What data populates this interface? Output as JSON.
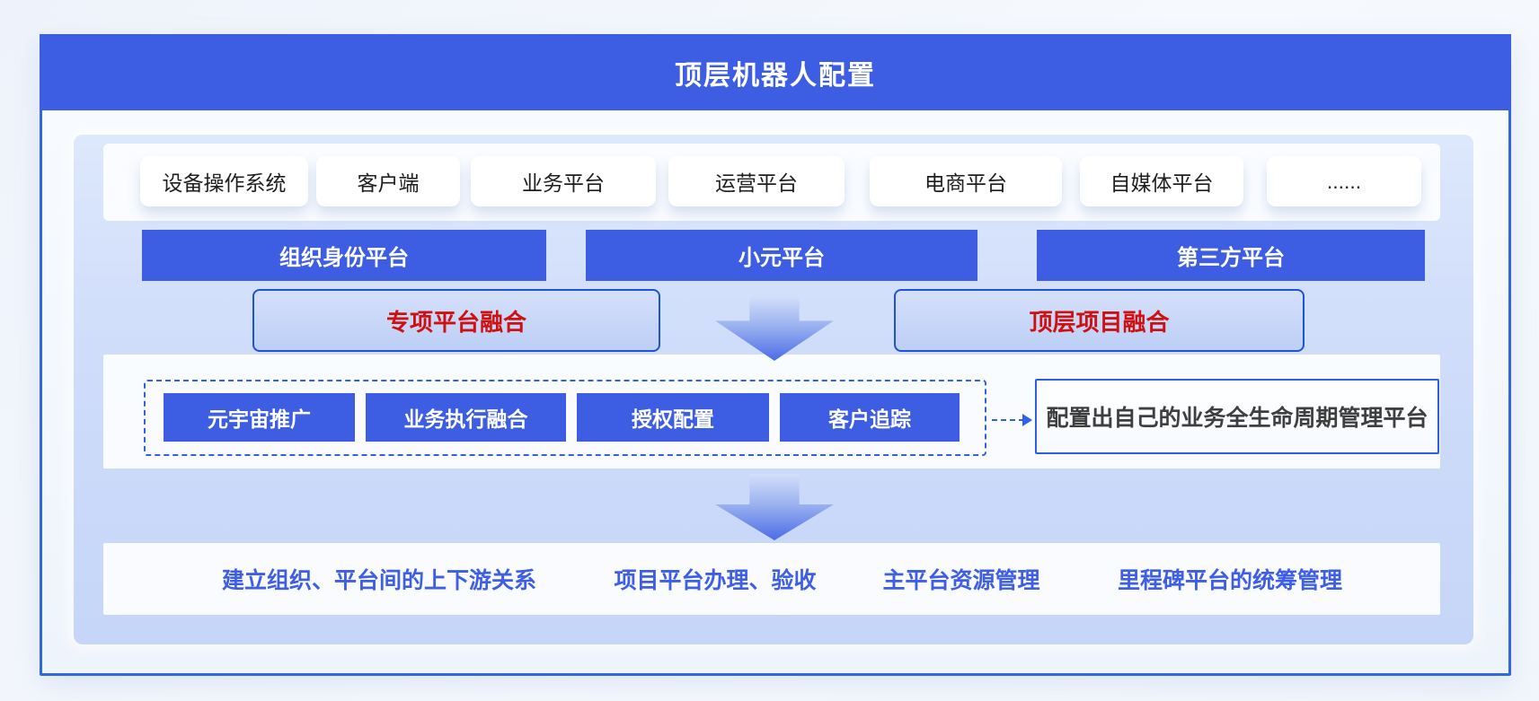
{
  "header": {
    "title": "顶层机器人配置"
  },
  "top_platforms": [
    {
      "label": "设备操作系统"
    },
    {
      "label": "客户端"
    },
    {
      "label": "业务平台"
    },
    {
      "label": "运营平台"
    },
    {
      "label": "电商平台"
    },
    {
      "label": "自媒体平台"
    },
    {
      "label": "......"
    }
  ],
  "core_platforms": [
    {
      "label": "组织身份平台"
    },
    {
      "label": "小元平台"
    },
    {
      "label": "第三方平台"
    }
  ],
  "fusion": {
    "left": "专项平台融合",
    "right": "顶层项目融合"
  },
  "modules": [
    {
      "label": "元宇宙推广"
    },
    {
      "label": "业务执行融合"
    },
    {
      "label": "授权配置"
    },
    {
      "label": "客户追踪"
    }
  ],
  "result_box": {
    "label": "配置出自己的业务全生命周期管理平台"
  },
  "capabilities": [
    {
      "label": "建立组织、平台间的上下游关系"
    },
    {
      "label": "项目平台办理、验收"
    },
    {
      "label": "主平台资源管理"
    },
    {
      "label": "里程碑平台的统筹管理"
    }
  ],
  "colors": {
    "accent_blue": "#3d5de2",
    "border_blue": "#2e69e2",
    "fusion_red": "#cf1010",
    "caption_blue": "#3e5ee6",
    "panel_light_blue": "#cfdcfa"
  }
}
